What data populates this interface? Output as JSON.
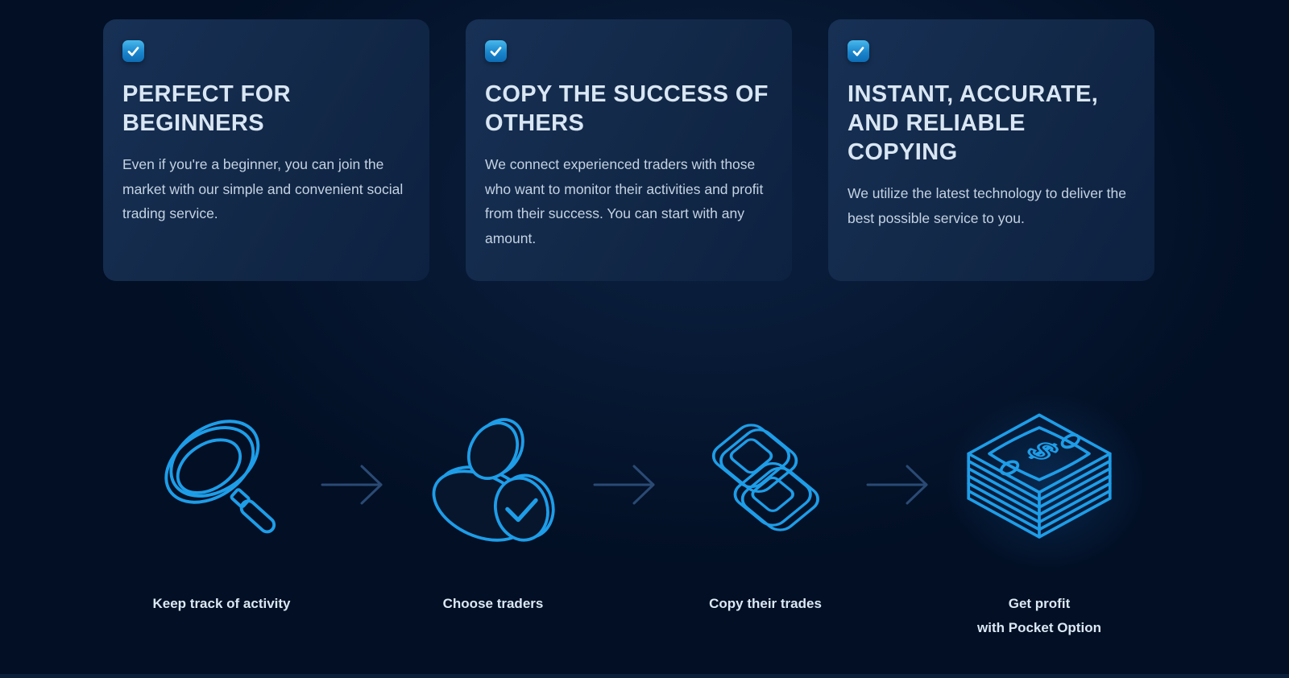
{
  "features": {
    "cards": [
      {
        "title": "PERFECT FOR BEGINNERS",
        "description": "Even if you're a beginner, you can join the market with our simple and convenient social trading service."
      },
      {
        "title": "COPY THE SUCCESS OF OTHERS",
        "description": "We connect experienced traders with those who want to monitor their activities and profit from their success. You can start with any amount."
      },
      {
        "title": "INSTANT, ACCURATE, AND RELIABLE COPYING",
        "description": "We utilize the latest technology to deliver the best possible service to you."
      }
    ]
  },
  "steps": [
    {
      "label": "Keep track of activity",
      "icon": "magnifier-icon"
    },
    {
      "label": "Choose traders",
      "icon": "trader-approved-icon"
    },
    {
      "label": "Copy their trades",
      "icon": "copy-trades-icon"
    },
    {
      "label": "Get profit\nwith Pocket Option",
      "icon": "money-stack-icon"
    }
  ],
  "colors": {
    "page_background": "#020f24",
    "card_background_start": "#173055",
    "card_background_end": "#0d2141",
    "heading_text": "#d9e6f3",
    "body_text": "#c4d3e3",
    "step_label_text": "#dbe8f5",
    "icon_stroke": "#1e9de8",
    "arrow_stroke": "#2a4a74",
    "checkbox_gradient_start": "#49b8ec",
    "checkbox_gradient_end": "#0e6db6",
    "checkmark": "#ffffff"
  }
}
